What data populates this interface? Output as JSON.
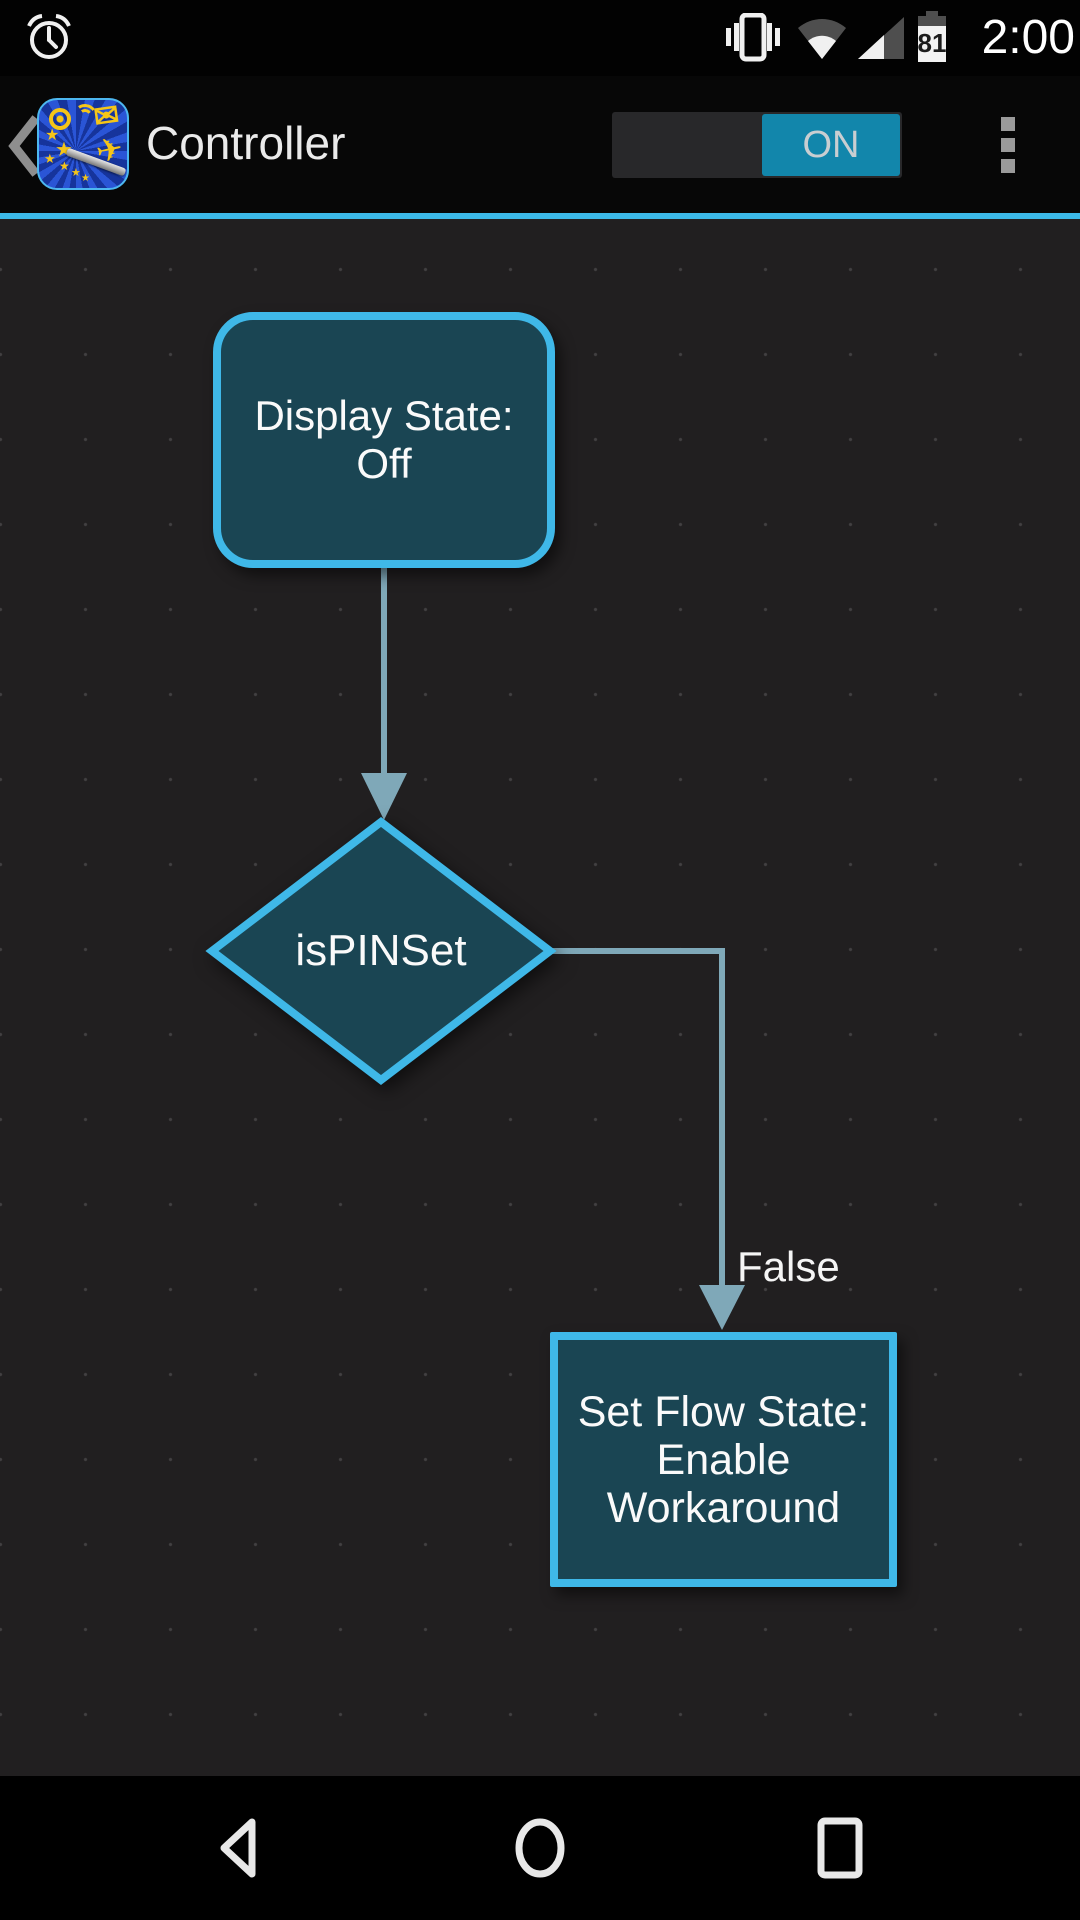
{
  "status_bar": {
    "time": "2:00",
    "battery_percent": "81",
    "icons": [
      "alarm-icon",
      "vibrate-icon",
      "wifi-icon",
      "signal-strength-icon",
      "battery-icon"
    ]
  },
  "action_bar": {
    "back_icon": "back-chevron-icon",
    "app_icon": "automagic-app-icon",
    "title": "Controller",
    "toggle": {
      "state_label": "ON",
      "state": "on"
    },
    "overflow_icon": "overflow-menu-icon"
  },
  "flow": {
    "nodes": [
      {
        "shape": "rounded-rect",
        "label": "Display State: Off"
      },
      {
        "shape": "diamond",
        "label": "isPINSet"
      },
      {
        "shape": "rect",
        "label": "Set Flow State: Enable Workaround",
        "lines": [
          "Set Flow State:",
          "Enable",
          "Workaround"
        ]
      }
    ],
    "edges": [
      {
        "from": "Display State: Off",
        "to": "isPINSet",
        "label": ""
      },
      {
        "from": "isPINSet",
        "to": "Set Flow State: Enable Workaround",
        "label": "False"
      }
    ]
  },
  "nav_bar": {
    "icons": [
      "back-triangle-icon",
      "home-circle-icon",
      "recents-square-icon"
    ]
  },
  "colors": {
    "accent_blue": "#3cb9e8",
    "node_border": "#3fb8e8",
    "node_fill": "#1a4553",
    "edge_gray_blue": "#7fa8b8",
    "toggle_on_blue": "#1286ab",
    "canvas_bg": "#211f20"
  }
}
